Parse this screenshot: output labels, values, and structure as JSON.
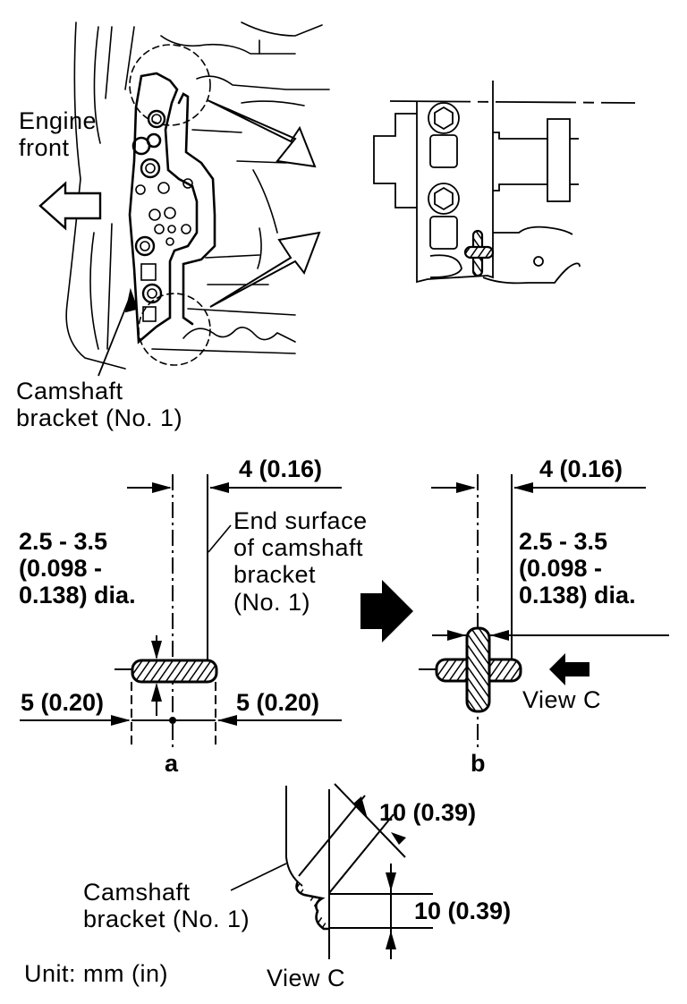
{
  "figure": {
    "overview": {
      "engine_front_label": [
        "Engine",
        "front"
      ],
      "bracket_label": [
        "Camshaft",
        "bracket (No. 1)"
      ]
    },
    "detail_a": {
      "offset_label": "4 (0.16)",
      "bead_dia_label": [
        "2.5 - 3.5",
        "(0.098 -",
        "0.138) dia."
      ],
      "end_surface_label": [
        "End surface",
        "of camshaft",
        "bracket",
        "(No. 1)"
      ],
      "left_length_label": "5 (0.20)",
      "right_length_label": "5 (0.20)",
      "caption": "a"
    },
    "detail_b": {
      "offset_label": "4 (0.16)",
      "bead_dia_label": [
        "2.5 - 3.5",
        "(0.098 -",
        "0.138) dia."
      ],
      "view_label": "View C",
      "caption": "b"
    },
    "view_c": {
      "diag_label": "10 (0.39)",
      "vert_label": "10 (0.39)",
      "bracket_label": [
        "Camshaft",
        "bracket (No. 1)"
      ],
      "caption": "View C"
    },
    "unit_label": "Unit: mm (in)",
    "colors": {
      "ink": "#000000",
      "paper": "#ffffff"
    }
  }
}
